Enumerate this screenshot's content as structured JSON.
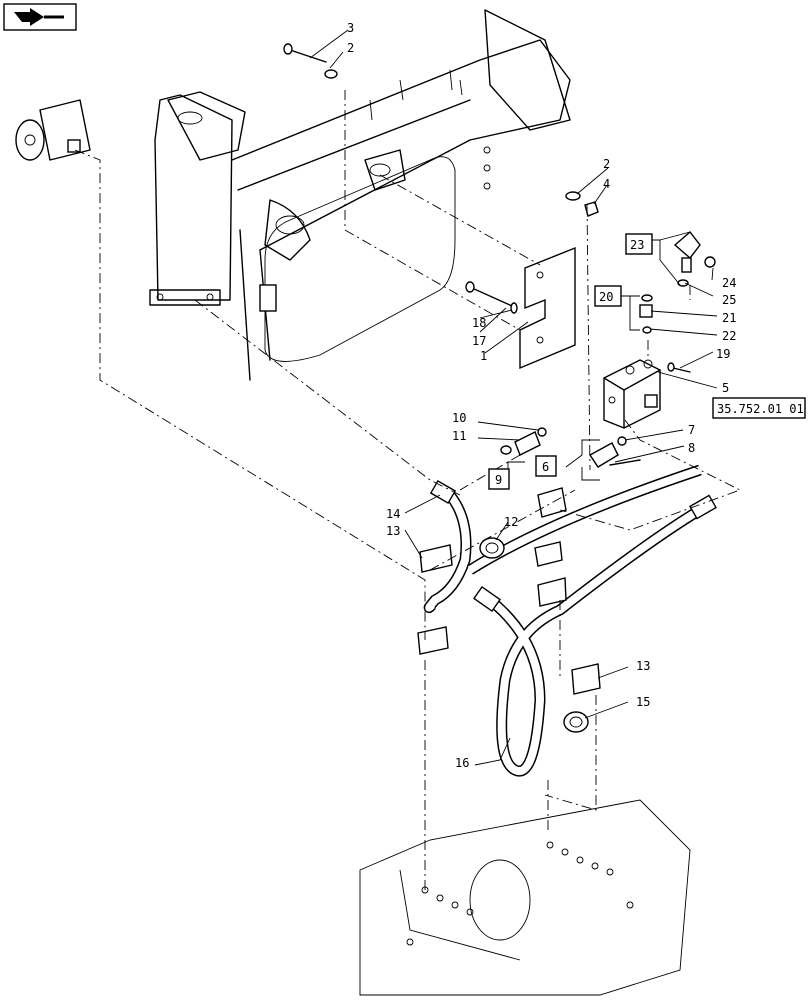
{
  "nav": {
    "icon": "return-arrow-icon"
  },
  "callouts": {
    "c1": "1",
    "c2a": "2",
    "c2b": "2",
    "c3": "3",
    "c4": "4",
    "c5": "5",
    "c7": "7",
    "c8": "8",
    "c10": "10",
    "c11": "11",
    "c12": "12",
    "c13a": "13",
    "c13b": "13",
    "c14": "14",
    "c15": "15",
    "c16": "16",
    "c17": "17",
    "c18": "18",
    "c19": "19",
    "c21": "21",
    "c22": "22",
    "c24": "24",
    "c25": "25"
  },
  "boxed": {
    "b6": "6",
    "b9": "9",
    "b20": "20",
    "b23": "23",
    "ref": "35.752.01 01"
  }
}
